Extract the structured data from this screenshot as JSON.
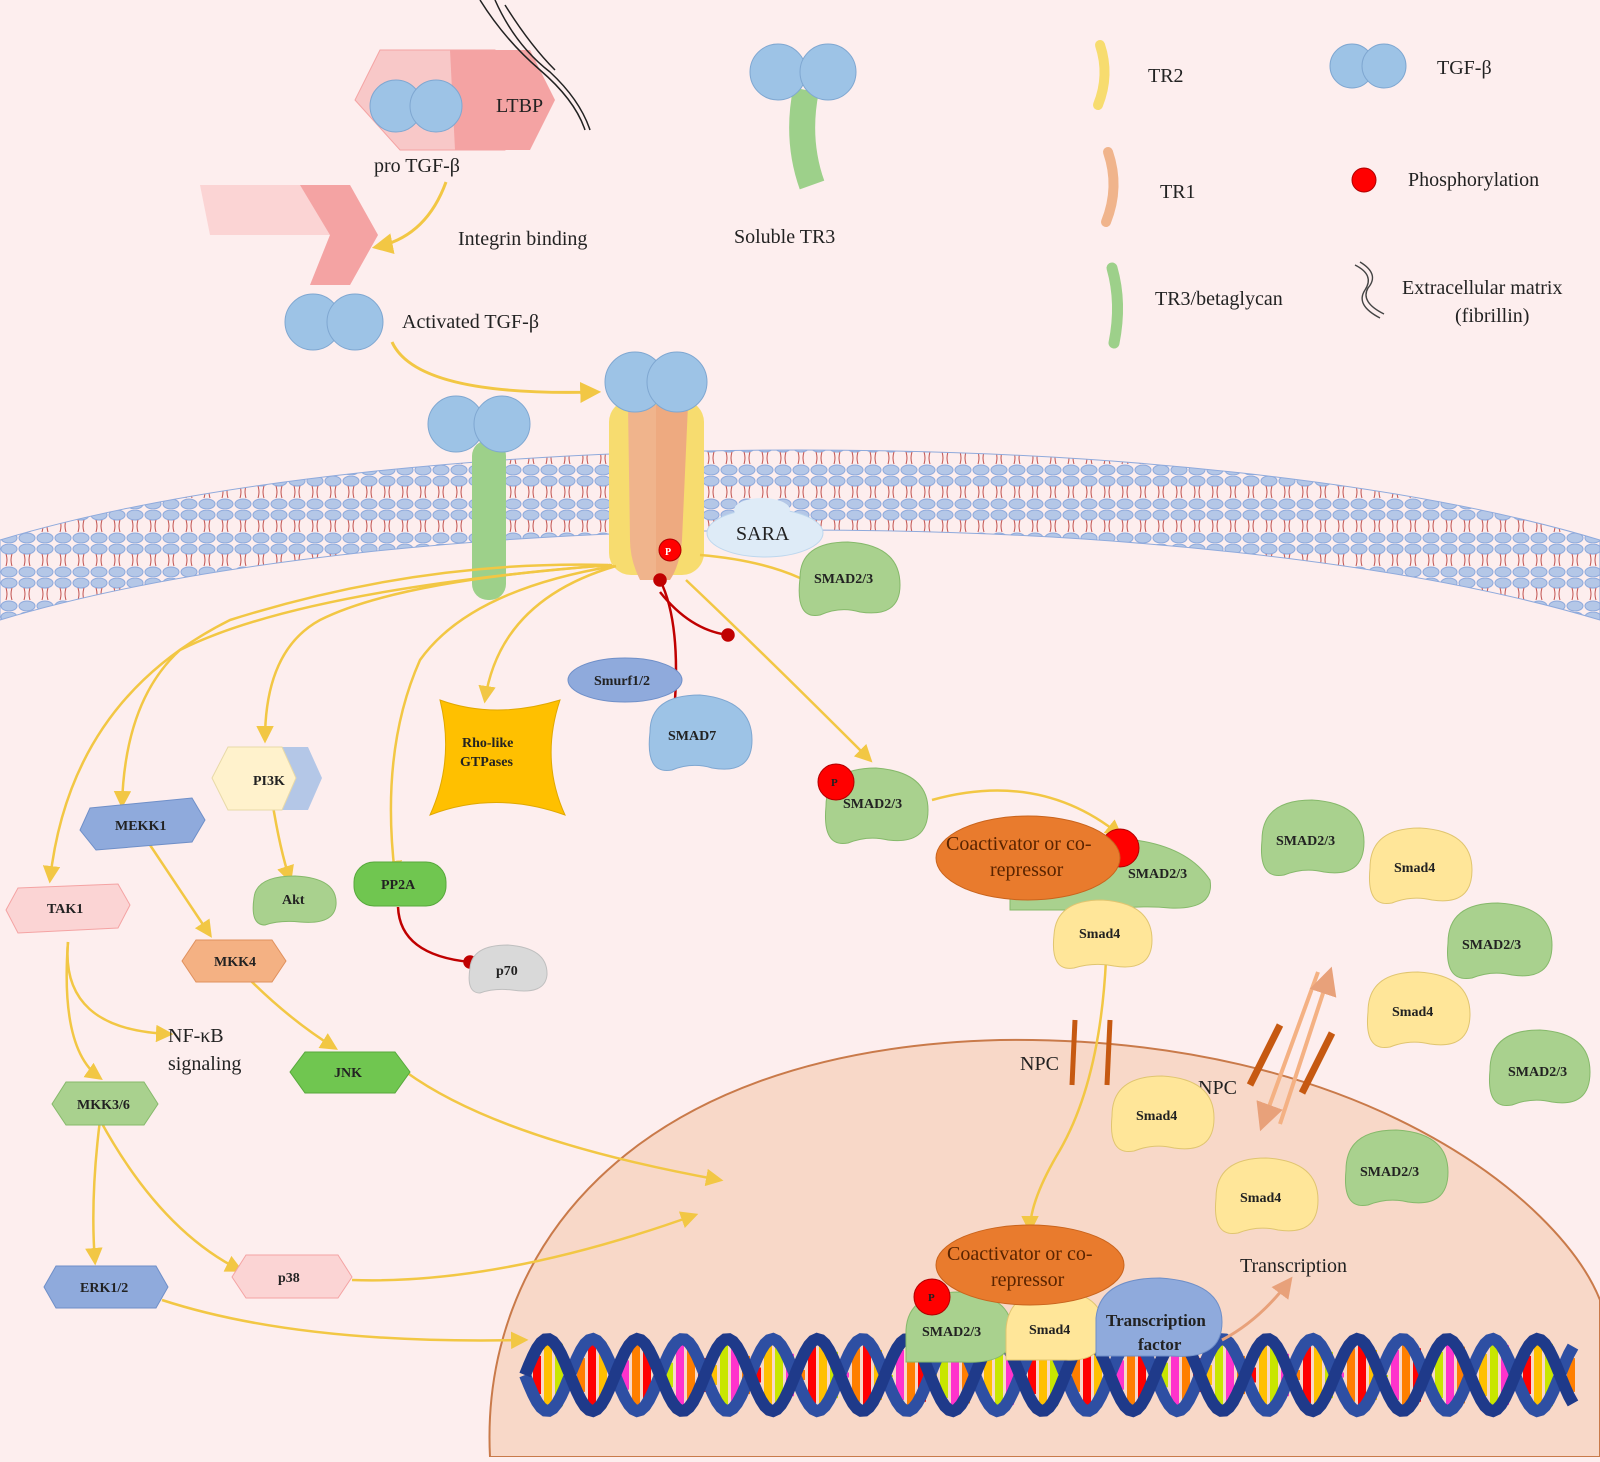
{
  "legend": {
    "tr2": "TR2",
    "tr1": "TR1",
    "tr3": "TR3/betaglycan",
    "tgfb": "TGF-β",
    "phos": "Phosphorylation",
    "ecm_line1": "Extracellular matrix",
    "ecm_line2": "(fibrillin)"
  },
  "extracellular": {
    "ltbp": "LTBP",
    "pro_tgfb": "pro TGF-β",
    "integrin": "Integrin binding",
    "activated": "Activated TGF-β",
    "soluble_tr3": "Soluble TR3",
    "sara": "SARA",
    "p_mark": "P"
  },
  "nodes": {
    "smad23_membrane": "SMAD2/3",
    "smurf": "Smurf1/2",
    "smad7": "SMAD7",
    "rho_line1": "Rho-like",
    "rho_line2": "GTPases",
    "pi3k": "PI3K",
    "akt": "Akt",
    "mekk1": "MEKK1",
    "tak1": "TAK1",
    "mkk4": "MKK4",
    "pp2a": "PP2A",
    "p70": "p70",
    "nfkb_line1": "NF-κB",
    "nfkb_line2": "signaling",
    "jnk": "JNK",
    "mkk36": "MKK3/6",
    "erk": "ERK1/2",
    "p38": "p38",
    "smad23_p": "SMAD2/3",
    "coact_line1": "Coactivator or co-",
    "coact_line2": "repressor",
    "smad23_complex": "SMAD2/3",
    "smad4_complex": "Smad4",
    "npc_left": "NPC",
    "npc_right": "NPC"
  },
  "scattered": [
    {
      "label": "SMAD2/3"
    },
    {
      "label": "Smad4"
    },
    {
      "label": "SMAD2/3"
    },
    {
      "label": "Smad4"
    },
    {
      "label": "SMAD2/3"
    },
    {
      "label": "Smad4"
    },
    {
      "label": "Smad4"
    },
    {
      "label": "SMAD2/3"
    }
  ],
  "nucleus": {
    "coact_line1": "Coactivator or co-",
    "coact_line2": "repressor",
    "smad23": "SMAD2/3",
    "smad4": "Smad4",
    "tf_line1": "Transcription",
    "tf_line2": "factor",
    "transcription": "Transcription"
  },
  "colors": {
    "background": "#fdeeee",
    "tgfb_blue": "#9dc3e6",
    "tr2_yellow": "#f7dc6f",
    "tr1_orange": "#f0b48c",
    "tr3_green": "#9dd08a",
    "smad_green": "#a9d18e",
    "smad4_yellow": "#ffe699",
    "arrow_yellow": "#f2c744",
    "inhibit_red": "#c00000",
    "phos_red": "#ff0000",
    "nucleus": "#f8d8c8",
    "coactivator": "#e97b2d"
  }
}
